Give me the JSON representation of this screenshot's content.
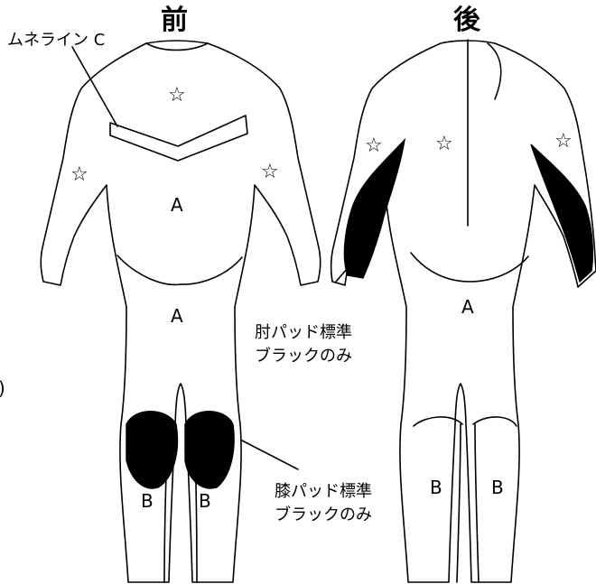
{
  "front": {
    "title": "前",
    "chest_line_label": "ムネライン C",
    "zone_chest": "A",
    "zone_lower": "A",
    "zone_left_leg": "B",
    "zone_right_leg": "B",
    "knee_note_line1": "膝パッド標準",
    "knee_note_line2": "ブラックのみ"
  },
  "back": {
    "title": "後",
    "zone_body": "A",
    "zone_left_leg": "B",
    "zone_right_leg": "B",
    "elbow_note_line1": "肘パッド標準",
    "elbow_note_line2": "ブラックのみ"
  },
  "marks": {
    "star": "☆",
    "left_edge_glyph": ")"
  },
  "colors": {
    "outline": "#000000",
    "pad": "#000000",
    "background": "#ffffff"
  }
}
